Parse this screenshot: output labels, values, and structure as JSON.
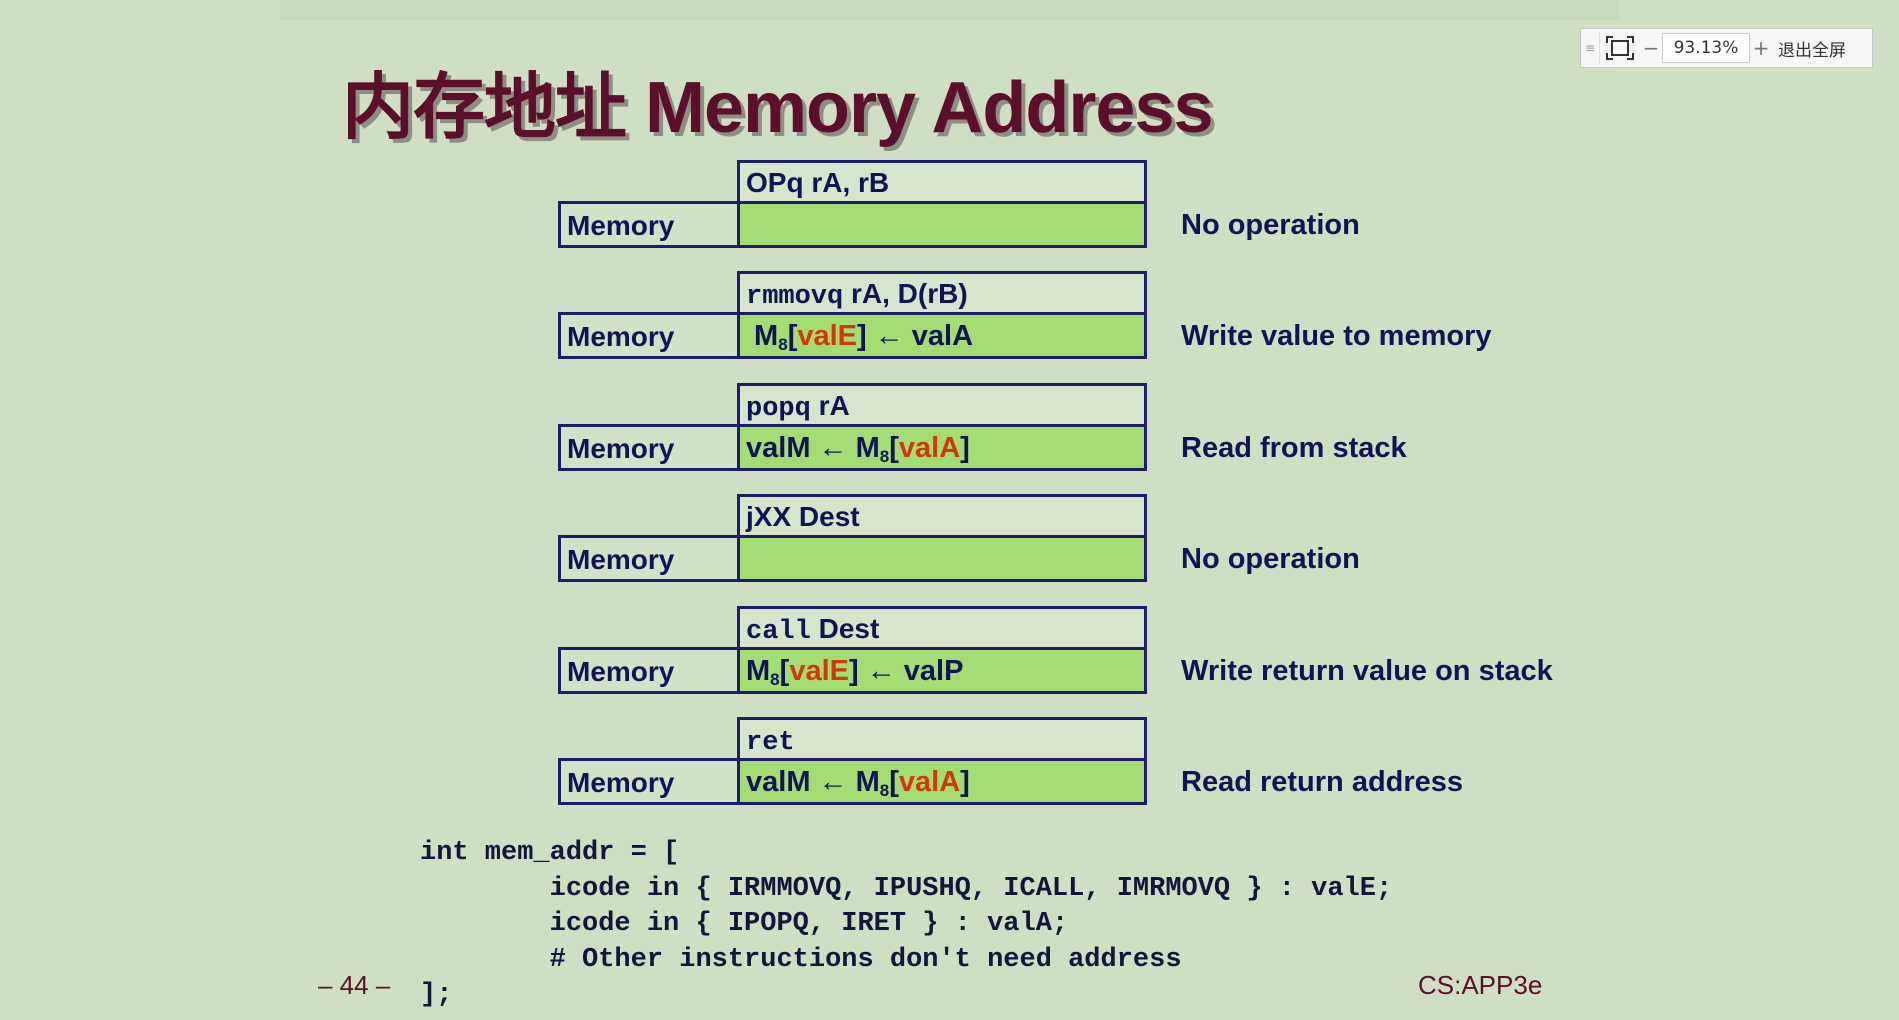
{
  "slide": {
    "title": "内存地址 Memory Address",
    "stages": [
      {
        "instr_mono": "",
        "instr_text": "OPq rA, rB",
        "mem_label": "Memory",
        "op": [],
        "desc": "No operation"
      },
      {
        "instr_mono": "rmmovq",
        "instr_text": " rA, D(rB)",
        "mem_label": "Memory",
        "op": [
          {
            "t": " M"
          },
          {
            "t": "8",
            "sub": true
          },
          {
            "t": "["
          },
          {
            "t": "valE",
            "red": true
          },
          {
            "t": "] ← valA"
          }
        ],
        "desc": "Write value to memory"
      },
      {
        "instr_mono": "popq",
        "instr_text": " rA",
        "mem_label": "Memory",
        "op": [
          {
            "t": "valM ← M"
          },
          {
            "t": "8",
            "sub": true
          },
          {
            "t": "["
          },
          {
            "t": "valA",
            "red": true
          },
          {
            "t": "]"
          }
        ],
        "desc": "Read from stack"
      },
      {
        "instr_mono": "",
        "instr_text": "jXX Dest",
        "mem_label": "Memory",
        "op": [],
        "desc": "No operation"
      },
      {
        "instr_mono": "call",
        "instr_text": " Dest",
        "mem_label": "Memory",
        "op": [
          {
            "t": "M"
          },
          {
            "t": "8",
            "sub": true
          },
          {
            "t": "["
          },
          {
            "t": "valE",
            "red": true
          },
          {
            "t": "] ← valP"
          }
        ],
        "desc": "Write return value on stack"
      },
      {
        "instr_mono": "ret",
        "instr_text": "",
        "mem_label": "Memory",
        "op": [
          {
            "t": "valM ← M"
          },
          {
            "t": "8",
            "sub": true
          },
          {
            "t": "["
          },
          {
            "t": "valA",
            "red": true
          },
          {
            "t": "]"
          }
        ],
        "desc": "Read return address"
      }
    ],
    "code": "int mem_addr = [\n        icode in { IRMMOVQ, IPUSHQ, ICALL, IMRMOVQ } : valE;\n        icode in { IPOPQ, IRET } : valA;\n        # Other instructions don't need address\n];",
    "page_number": "– 44 –",
    "brand": "CS:APP3e"
  },
  "toolbar": {
    "handle_icon": "grip-icon",
    "fit_icon": "fit-screen-icon",
    "zoom_out": "−",
    "zoom_value": "93.13%",
    "zoom_in": "+",
    "exit_label": "退出全屏"
  }
}
